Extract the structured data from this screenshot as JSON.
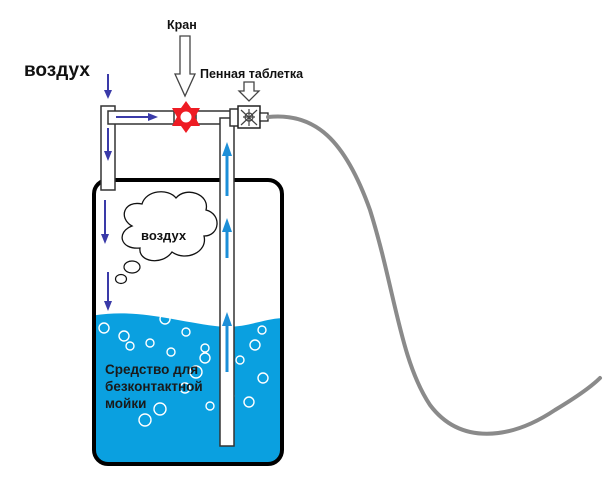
{
  "labels": {
    "air_inlet": "воздух",
    "valve": "Кран",
    "foam_tablet": "Пенная таблетка",
    "air_cloud": "воздух",
    "product_line1": "Средство для",
    "product_line2": "безконтактной",
    "product_line3": "мойки"
  },
  "colors": {
    "liquid": "#0aa0e0",
    "tank_outline": "#000000",
    "air_arrows": "#3a3aa8",
    "liquid_arrows": "#1c8fd8",
    "valve": "#ee1c24",
    "hose": "#8a8a8a"
  },
  "icons": {
    "valve": "valve-star-icon",
    "foam_tablet": "foam-tablet-icon",
    "pointer": "down-arrow-icon"
  }
}
